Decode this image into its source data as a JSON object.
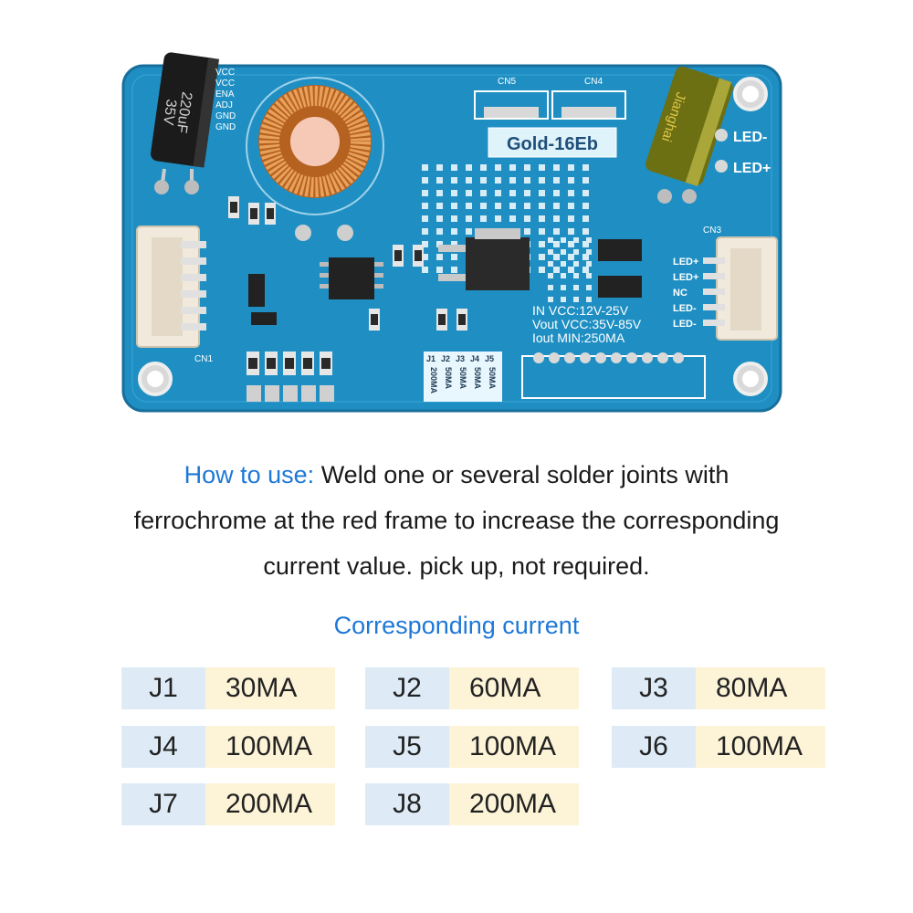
{
  "board": {
    "model_label": "Gold-16Eb",
    "cap_left": [
      "220uF",
      "35V"
    ],
    "cap_right_brand": "Jianghai",
    "left_pins": [
      "VCC",
      "VCC",
      "ENA",
      "ADJ",
      "GND",
      "GND"
    ],
    "right_pins": [
      "LED+",
      "LED+",
      "NC",
      "LED-",
      "LED-"
    ],
    "led_minus": "LED-",
    "led_plus": "LED+",
    "cn5": "CN5",
    "cn4": "CN4",
    "cn3": "CN3",
    "cn1": "CN1",
    "specs": [
      "IN VCC:12V-25V",
      "Vout VCC:35V-85V",
      "Iout MIN:250MA"
    ],
    "jumper_table": {
      "headers": [
        "J1",
        "J2",
        "J3",
        "J4",
        "J5"
      ],
      "values": [
        "200MA",
        "50MA",
        "50MA",
        "50MA",
        "50MA"
      ]
    },
    "colors": {
      "pcb": "#1f8fc3",
      "pcb_dark": "#146f9e",
      "copper": "#c8772e"
    }
  },
  "instructions": {
    "label": "How to use:",
    "line1": "Weld one or several solder joints with",
    "line2": "ferrochrome at the red frame to increase the corresponding",
    "line3": "current value. pick up, not required."
  },
  "current_table": {
    "title": "Corresponding current",
    "rows": [
      [
        {
          "j": "J1",
          "v": "30MA"
        },
        {
          "j": "J2",
          "v": "60MA"
        },
        {
          "j": "J3",
          "v": "80MA"
        }
      ],
      [
        {
          "j": "J4",
          "v": "100MA"
        },
        {
          "j": "J5",
          "v": "100MA"
        },
        {
          "j": "J6",
          "v": "100MA"
        }
      ],
      [
        {
          "j": "J7",
          "v": "200MA"
        },
        {
          "j": "J8",
          "v": "200MA"
        }
      ]
    ]
  }
}
